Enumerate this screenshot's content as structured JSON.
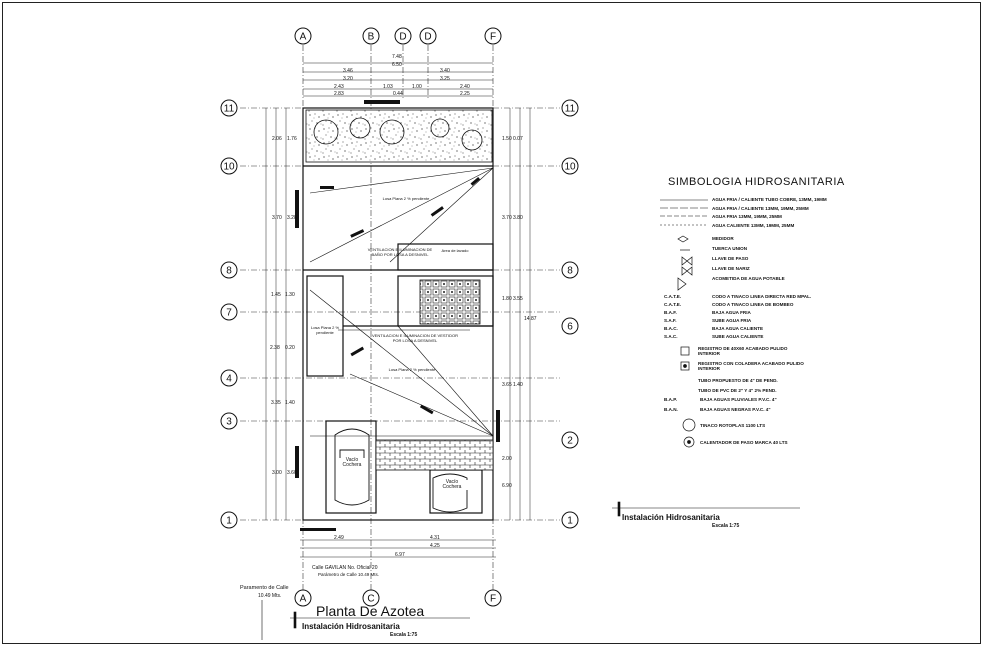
{
  "plan": {
    "title": "Planta De Azotea",
    "subtitle": "Instalación Hidrosanitaria",
    "scale": "Escala 1:75",
    "street_line1": "Calle GAVILAN No. Oficial 20",
    "street_line2": "Parámetro de Calle 10.49 Mts.",
    "parametro": "Paramento de Calle",
    "parametro_val": "10.49 Mts."
  },
  "axes": {
    "top": [
      "A",
      "B",
      "D",
      "D",
      "F"
    ],
    "bottom": [
      "A",
      "C",
      "F"
    ],
    "left": [
      "11",
      "10",
      "8",
      "7",
      "4",
      "3",
      "1"
    ],
    "right": [
      "11",
      "10",
      "8",
      "6",
      "2",
      "1"
    ]
  },
  "dimensions": {
    "top": [
      "7.48",
      "6.50",
      "3.46",
      "3.40",
      "3.20",
      "3.25",
      "2.43",
      "1.03",
      "1.00",
      "2.40",
      "2.83",
      "0.44",
      "2.25"
    ],
    "bottom": [
      "2.49",
      "4.31",
      "4.25",
      "6.97"
    ],
    "left": [
      "2.06",
      "1.76",
      "3.70",
      "3.28",
      "1.45",
      "1.30",
      "2.38",
      "0.20",
      "3.35",
      "1.40",
      "3.00",
      "3.60"
    ],
    "right": [
      "1.50",
      "0.07",
      "3.70",
      "3.80",
      "1.80",
      "3.55",
      "3.65",
      "1.40",
      "2.00",
      "6.90",
      "14.87"
    ]
  },
  "rooms": {
    "vent1": "VENTILACION E ILUMINACION DE BAÑO POR LOSA A DESNIVEL",
    "vent2": "VENTILACION E ILUMINACION DE VESTIDOR POR LOSA A DESNIVEL",
    "losa1": "Losa Plana 2 % pendiente",
    "losa2": "Losa Plana 2 % pendiente",
    "losa3": "Losa Plana 2 % pendiente",
    "area": "Area de lavado",
    "vacio1": "Vacío Cochera",
    "vacio2": "Vacío Cochera"
  },
  "legend": {
    "title": "SIMBOLOGIA HIDROSANITARIA",
    "lines": [
      "AGUA FRIA / CALIENTE TUBO COBRE, 13MM, 19MM",
      "AGUA FRIA / CALIENTE 13MM, 19MM, 25MM",
      "AGUA FRIA 13MM, 19MM, 25MM",
      "AGUA CALIENTE 13MM, 19MM, 25MM"
    ],
    "symbols": [
      "MEDIDOR",
      "TUERCA UNION",
      "LLAVE DE PASO",
      "LLAVE DE NARIZ",
      "ACOMETIDA DE AGUA POTABLE"
    ],
    "codes": [
      {
        "code": "C.A.T.E.",
        "text": "CODO A TINACO LINEA DIRECTA RED MPAL."
      },
      {
        "code": "C.A.T.E.",
        "text": "CODO A TINACO LINEA DE BOMBEO"
      },
      {
        "code": "B.A.F.",
        "text": "BAJA AGUA FRIA"
      },
      {
        "code": "S.A.F.",
        "text": "SUBE AGUA FRIA"
      },
      {
        "code": "B.A.C.",
        "text": "BAJA AGUA CALIENTE"
      },
      {
        "code": "S.A.C.",
        "text": "SUBE AGUA CALIENTE"
      }
    ],
    "registers": [
      "REGISTRO DE 40X60 ACABADO PULIDO INTERIOR",
      "REGISTRO CON COLADERA ACABADO PULIDO INTERIOR"
    ],
    "notes": [
      "TUBO PROPUESTO DE 4\" DE PEND.",
      "TUBO DE PVC DE 2\" Y 4\" 2% PEND."
    ],
    "baps": [
      {
        "code": "B.A.P.",
        "text": "BAJA AGUAS PLUVIALES P.V.C. 4\""
      },
      {
        "code": "B.A.N.",
        "text": "BAJA AGUAS NEGRAS P.V.C. 4\""
      }
    ],
    "circles": [
      "TINACO ROTOPLAS 1100 LTS",
      "CALENTADOR DE PASO MARCA 40 LTS"
    ],
    "subtitle": "Instalación Hidrosanitaria",
    "scale": "Escala 1:75"
  }
}
